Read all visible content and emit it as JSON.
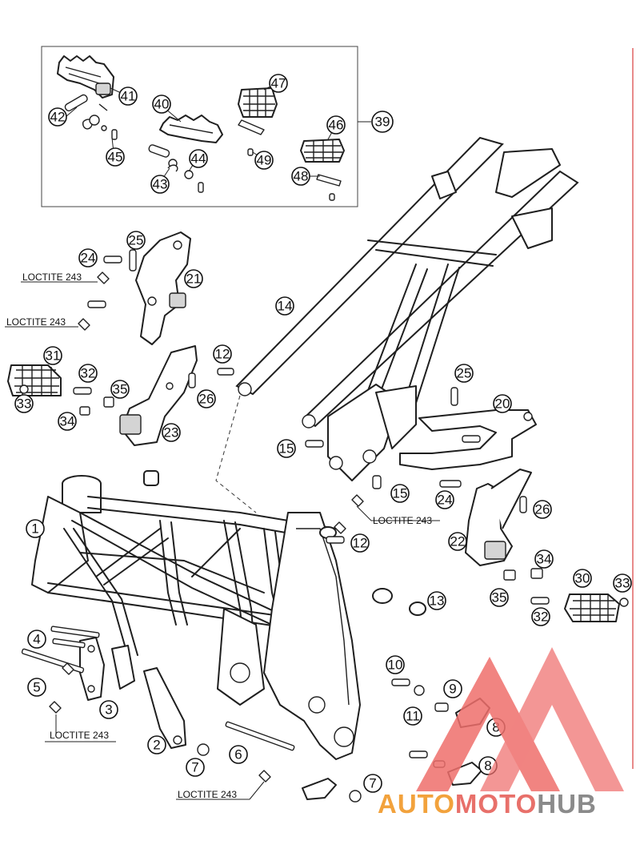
{
  "brand": {
    "word_1": "AUTO",
    "word_2": "MOTO",
    "word_3": "HUB",
    "colors": {
      "auto": "#f2a23c",
      "moto": "#e8706a",
      "hub": "#8a8a8a",
      "logo_triangle": "#ef6f6c"
    }
  },
  "diagram": {
    "notes": {
      "loctite_1": "LOCTITE 243",
      "loctite_2": "LOCTITE 243",
      "loctite_3": "LOCTITE 243",
      "loctite_4": "LOCTITE 243",
      "loctite_5": "LOCTITE 243"
    },
    "callouts": [
      "1",
      "2",
      "3",
      "4",
      "5",
      "6",
      "7",
      "7",
      "8",
      "8",
      "9",
      "10",
      "11",
      "12",
      "12",
      "13",
      "14",
      "15",
      "15",
      "20",
      "21",
      "22",
      "23",
      "24",
      "24",
      "25",
      "25",
      "26",
      "26",
      "30",
      "31",
      "32",
      "32",
      "33",
      "33",
      "34",
      "34",
      "35",
      "35",
      "39",
      "40",
      "41",
      "42",
      "43",
      "44",
      "45",
      "46",
      "47",
      "48",
      "49"
    ]
  }
}
